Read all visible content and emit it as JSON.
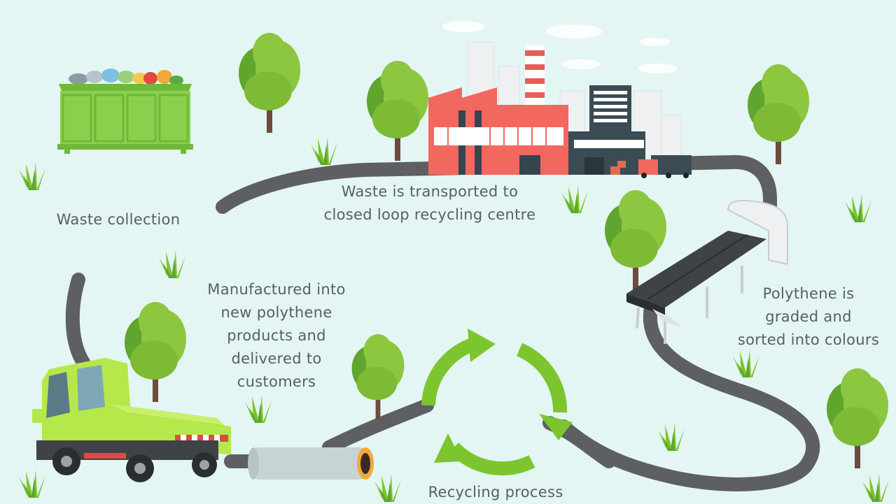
{
  "diagram": {
    "steps": {
      "collection": {
        "lines": [
          "Waste collection"
        ]
      },
      "transport": {
        "lines": [
          "Waste is transported to",
          "closed loop recycling centre"
        ]
      },
      "sorting": {
        "lines": [
          "Polythene is",
          "graded and",
          "sorted into colours"
        ]
      },
      "recycling": {
        "lines": [
          "Recycling process"
        ]
      },
      "manufacturing": {
        "lines": [
          "Manufactured into",
          "new polythene",
          "products and",
          "delivered to",
          "customers"
        ]
      }
    },
    "colors": {
      "background": "#e3f6f3",
      "road": "#5d5f63",
      "recycle_arrow": "#7dc52e",
      "tree_light": "#8dc63f",
      "tree_dark": "#5fa52e",
      "factory": "#f2675e",
      "skip": "#8ccf4d",
      "truck": "#b5e84a",
      "text": "#5b5d63"
    },
    "icons": [
      "waste-skip-icon",
      "factory-icon",
      "conveyor-belt-icon",
      "recycle-arrows-icon",
      "polythene-roll-icon",
      "truck-icon",
      "tree-icon",
      "grass-icon"
    ]
  }
}
